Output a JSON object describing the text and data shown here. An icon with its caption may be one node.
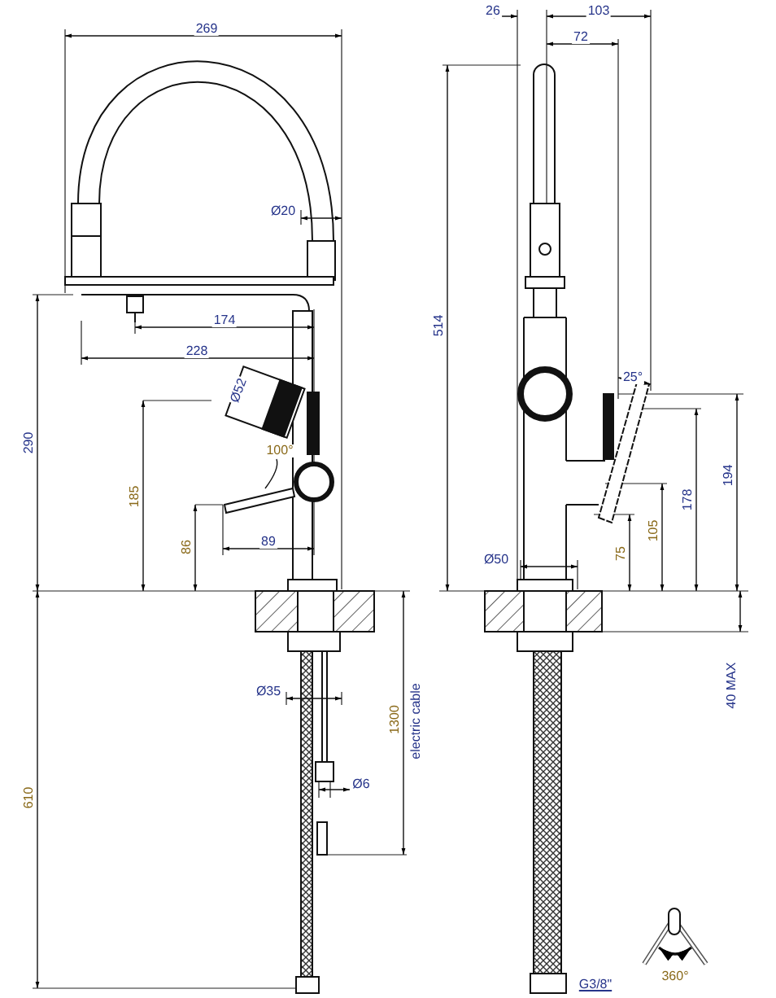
{
  "diagram": {
    "labels": [
      "269",
      "Ø20",
      "174",
      "228",
      "Ø52",
      "290",
      "100°",
      "185",
      "86",
      "89",
      "Ø35",
      "1300",
      "electric cable",
      "Ø6",
      "610",
      "26",
      "103",
      "72",
      "514",
      "25°",
      "194",
      "178",
      "105",
      "75",
      "Ø50",
      "40 MAX",
      "360°",
      "G3/8\""
    ]
  }
}
